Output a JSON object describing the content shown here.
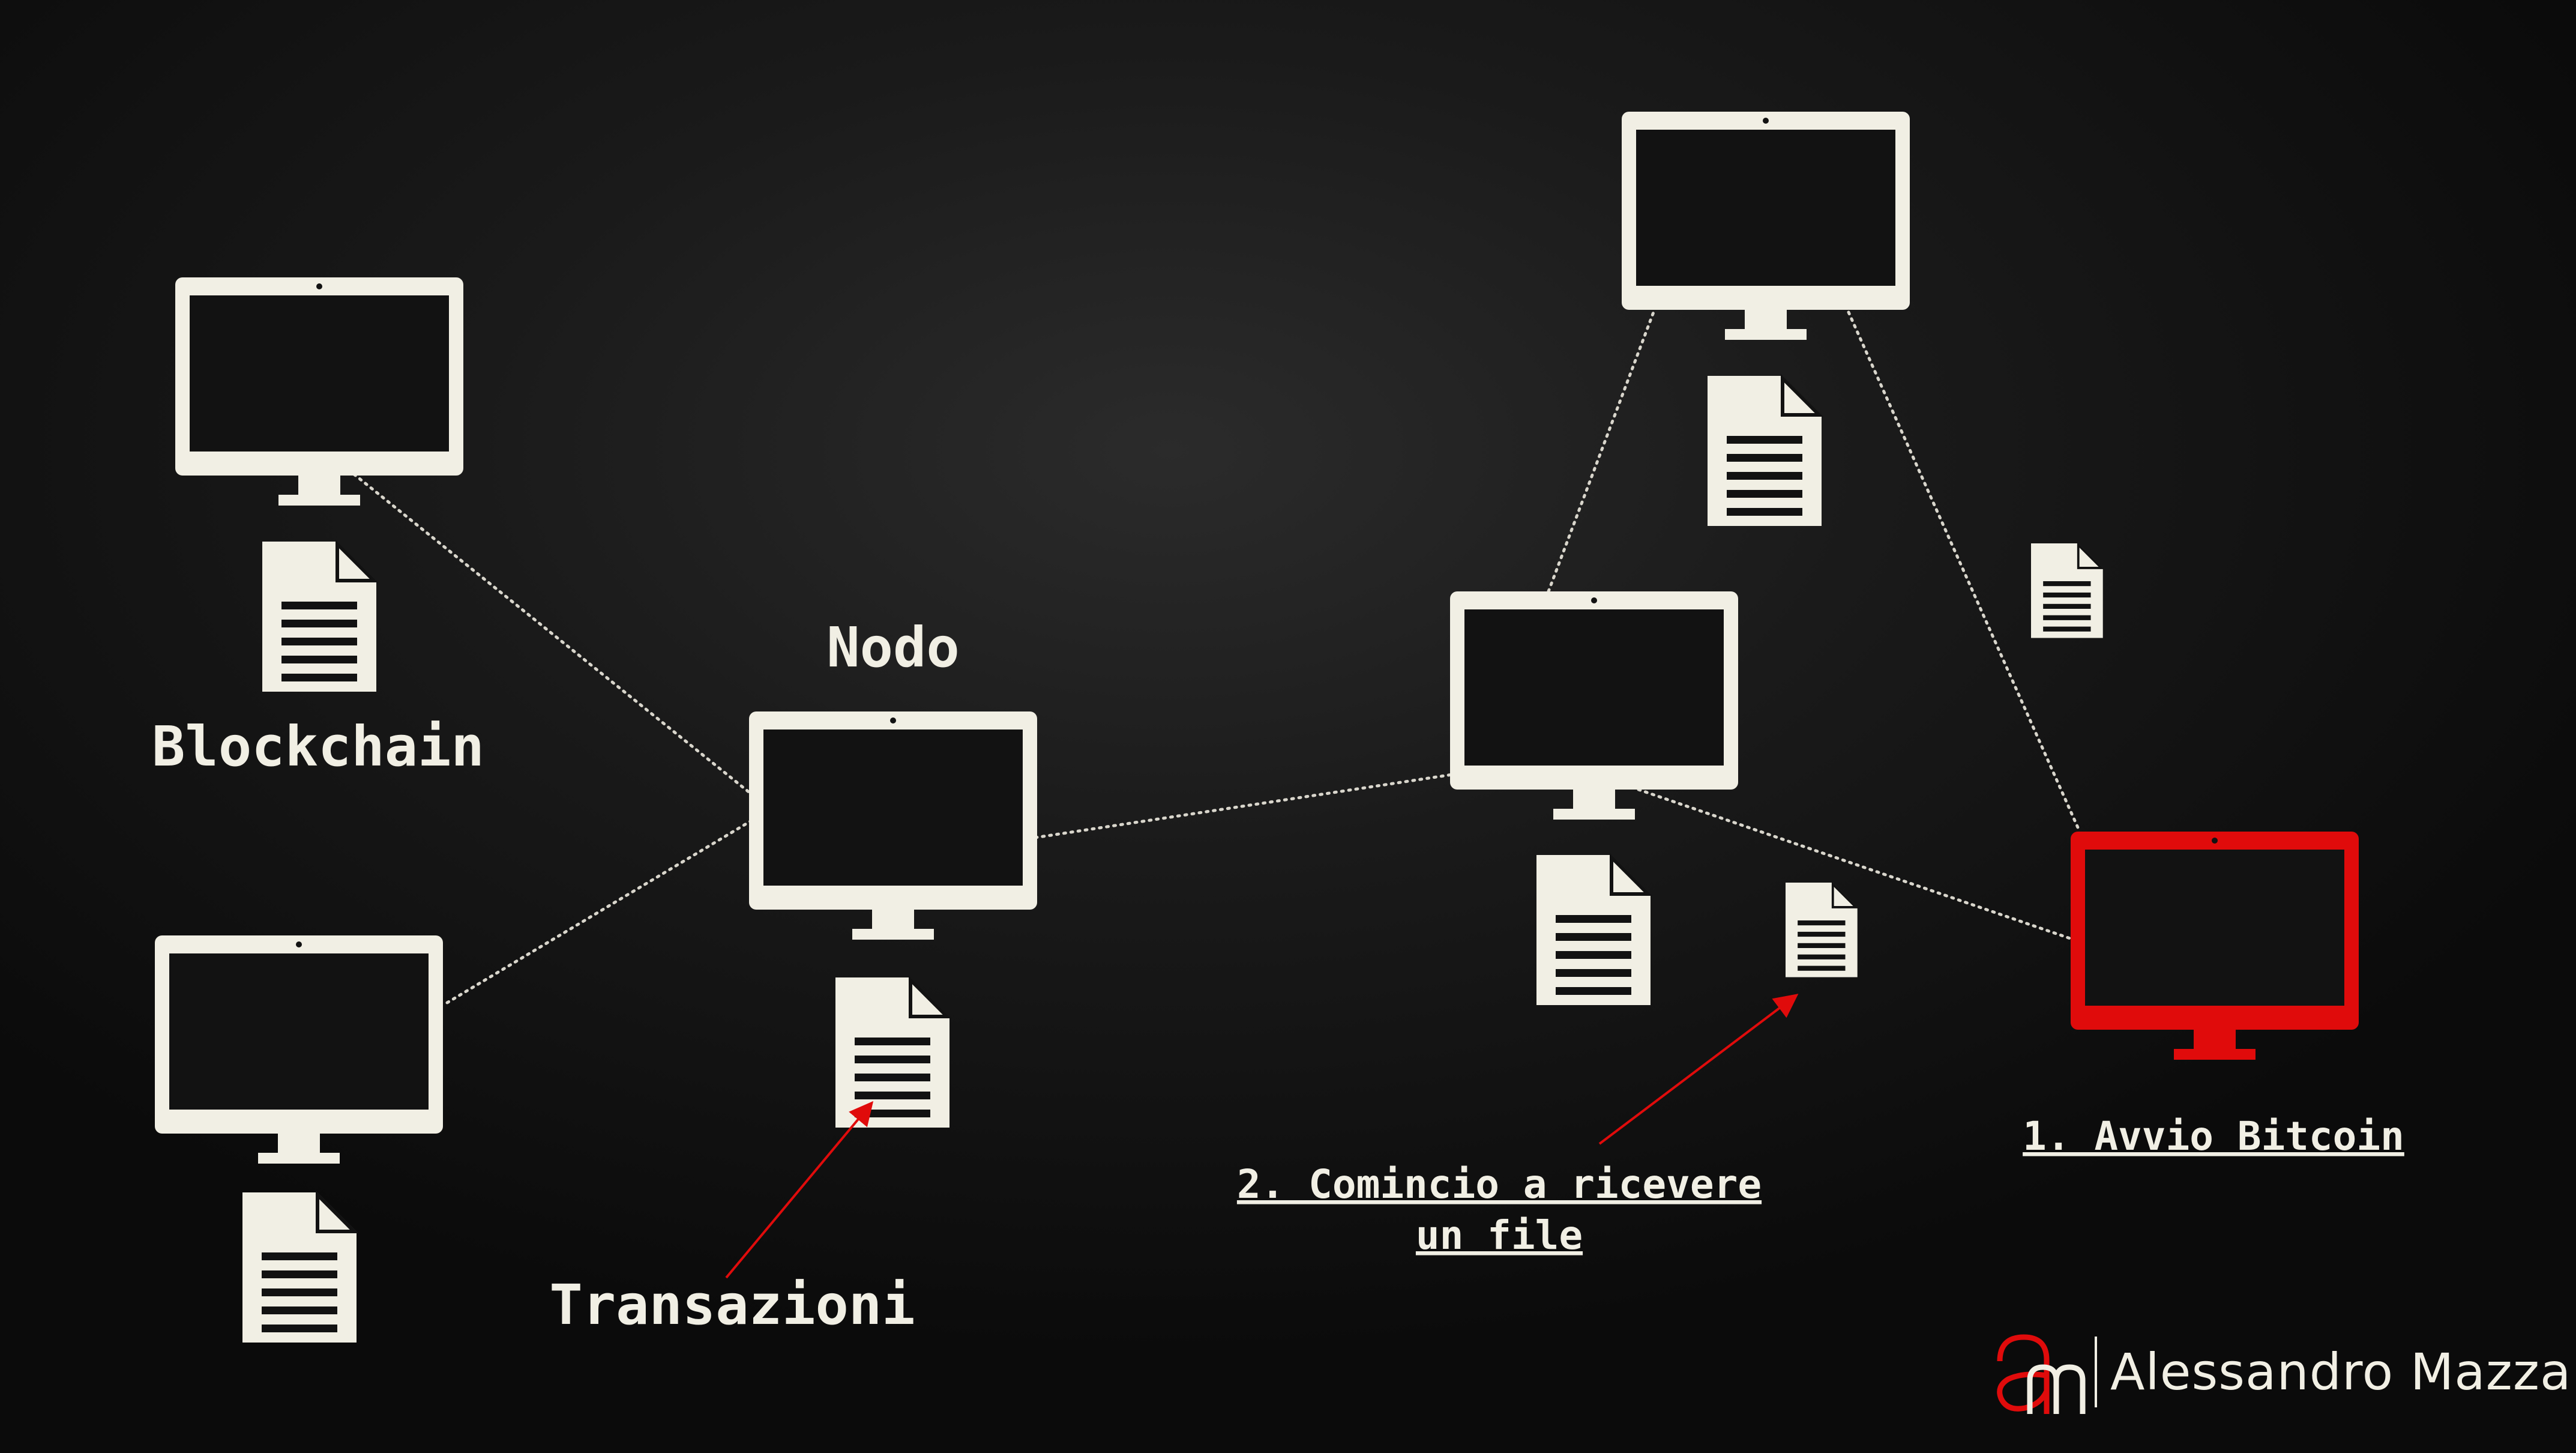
{
  "colors": {
    "background": "#111111",
    "node": "#f1efe4",
    "highlight": "#e00b0b",
    "annotation": "#e00b0b"
  },
  "labels": {
    "node": "Nodo",
    "blockchain": "Blockchain",
    "transactions": "Transazioni",
    "step1": "1. Avvio Bitcoin",
    "step2_line1": "2. Comincio a ricevere",
    "step2_line2": "un file"
  },
  "brand": {
    "logo_icon": "am-logo-icon",
    "name": "Alessandro Mazza"
  },
  "icons": {
    "computer": "monitor-icon",
    "file": "document-icon"
  }
}
